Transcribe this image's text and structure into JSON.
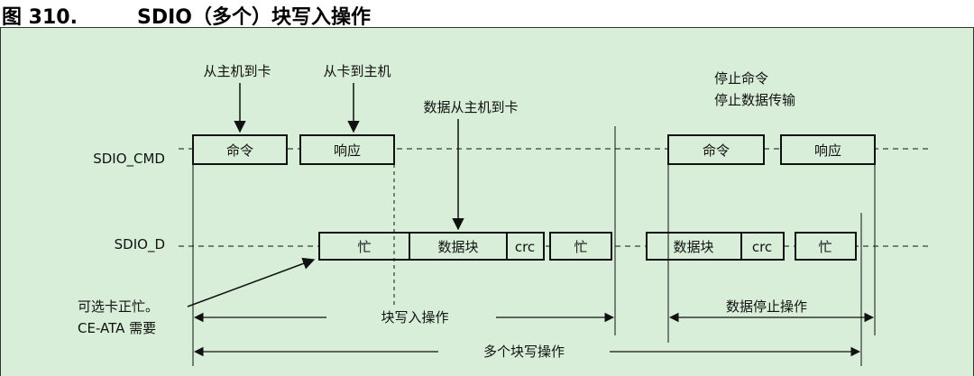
{
  "figure": {
    "number": "图 310.",
    "title": "SDIO（多个）块写入操作"
  },
  "signals": {
    "cmd": "SDIO_CMD",
    "data": "SDIO_D"
  },
  "annotations": {
    "host_to_card": "从主机到卡",
    "card_to_host": "从卡到主机",
    "data_host_to_card": "数据从主机到卡",
    "stop_cmd_line1": "停止命令",
    "stop_cmd_line2": "停止数据传输",
    "optional_busy_line1": "可选卡正忙。",
    "optional_busy_line2": "CE-ATA 需要"
  },
  "cmd_line": {
    "cmd1": "命令",
    "resp1": "响应",
    "cmd2": "命令",
    "resp2": "响应"
  },
  "data_line": {
    "busy1": "忙",
    "block1": "数据块",
    "crc1": "crc",
    "busy2": "忙",
    "block2": "数据块",
    "crc2": "crc",
    "busy3": "忙"
  },
  "spans": {
    "block_write": "块写入操作",
    "data_stop": "数据停止操作",
    "multi_block_write": "多个块写操作"
  }
}
